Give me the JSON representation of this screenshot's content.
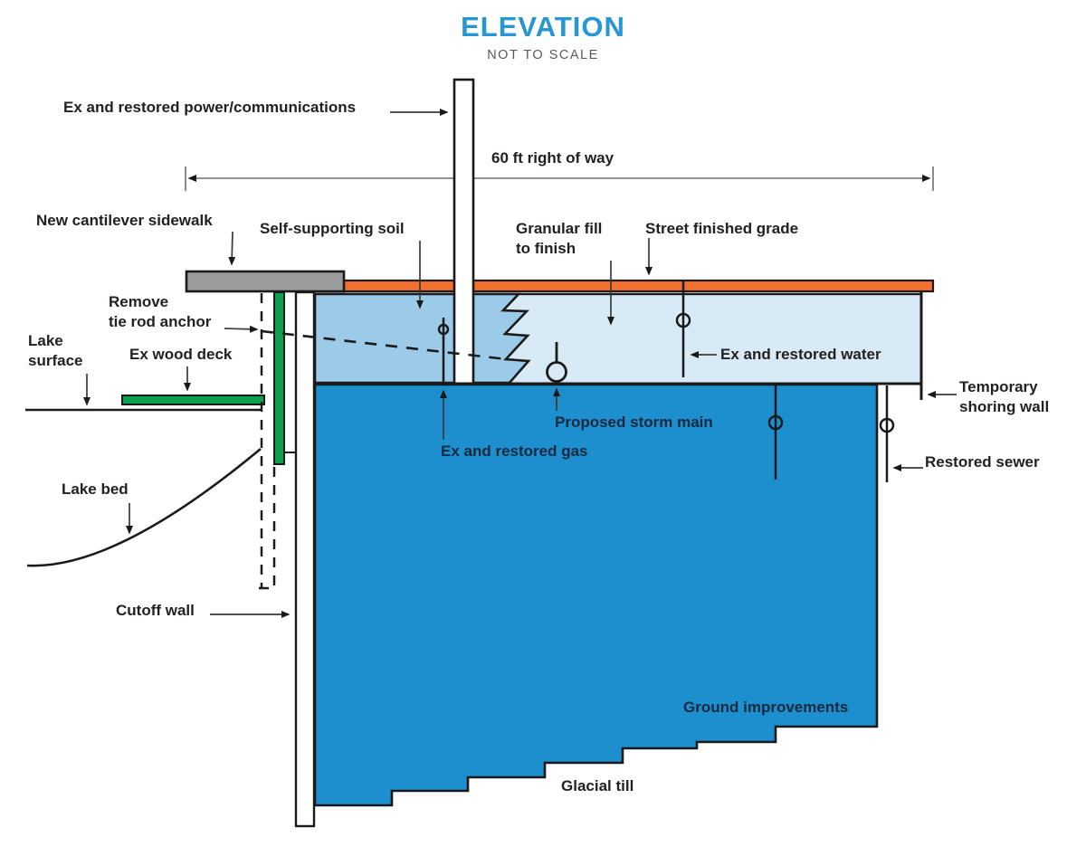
{
  "title": {
    "heading": "ELEVATION",
    "subheading": "NOT TO SCALE"
  },
  "labels": {
    "power": "Ex and restored power/communications",
    "right_of_way": "60 ft right of way",
    "cantilever_sidewalk": "New cantilever sidewalk",
    "self_supporting_soil": "Self-supporting soil",
    "granular_fill": "Granular fill\nto finish",
    "street_grade": "Street finished grade",
    "remove_tie_rod": "Remove\ntie rod anchor",
    "lake_surface": "Lake\nsurface",
    "ex_wood_deck": "Ex wood deck",
    "lake_bed": "Lake bed",
    "cutoff_wall": "Cutoff wall",
    "ex_gas": "Ex and restored gas",
    "storm_main": "Proposed storm main",
    "ex_water": "Ex and restored water",
    "temporary_shoring": "Temporary\nshoring wall",
    "restored_sewer": "Restored sewer",
    "ground_improvements": "Ground improvements",
    "glacial_till": "Glacial till"
  },
  "colors": {
    "title_blue": "#2697D4",
    "subtitle_gray": "#58595B",
    "text_dark": "#231F20",
    "text_navy": "#15293F",
    "orange_road": "#F4702E",
    "soil_medium_blue": "#9CCAE9",
    "fill_light_blue": "#D9EAF7",
    "ground_dark_blue": "#1D8ECE",
    "green_timber": "#0CA04F",
    "sidewalk_gray": "#999B9D",
    "line_black": "#1A1A1A",
    "leader_gray": "#4D4D4D"
  }
}
